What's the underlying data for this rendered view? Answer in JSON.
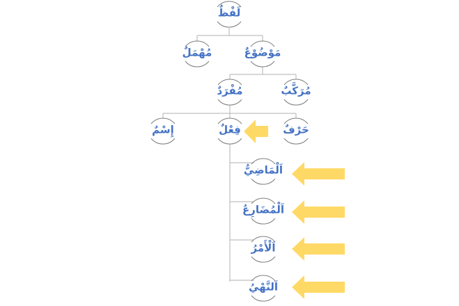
{
  "diagram": {
    "title": "Word classification tree",
    "colors": {
      "text": "#4472c4",
      "connector": "#bfbfbf",
      "arc": "#7f7f7f",
      "arrow": "#ffd966"
    },
    "nodes": {
      "root": "لَفْظٌ",
      "muhmal": "مُهْمَلٌ",
      "mawdu": "مَوْضُوْعٌ",
      "mufrad": "مُفْرَدٌ",
      "murakkab": "مُرَكَّبٌ",
      "ism": "إِسْمٌ",
      "fil": "فِعْلٌ",
      "harf": "حَرْفٌ",
      "madi": "اَلْمَاضِيُّ",
      "mudari": "اَلْمُضَارِعُ",
      "amr": "اَلْأَمْرُ",
      "nahy": "اَلنَّهْيُ"
    },
    "highlighted": [
      "fil",
      "madi",
      "mudari",
      "amr",
      "nahy"
    ]
  }
}
